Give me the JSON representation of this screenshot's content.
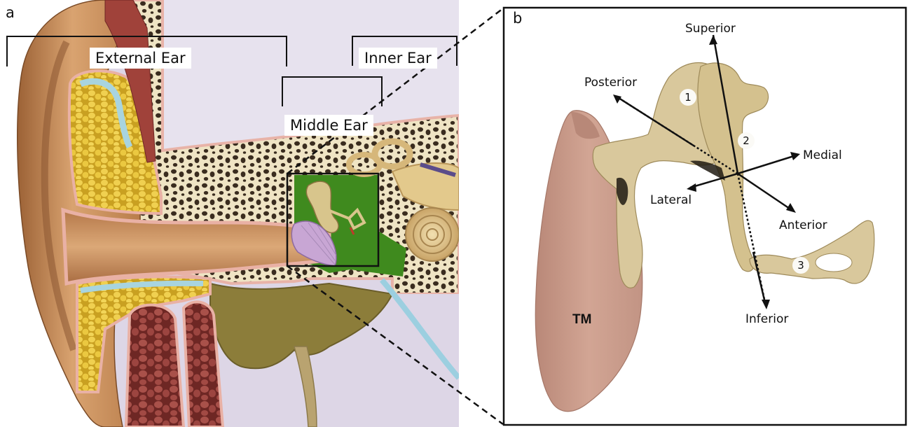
{
  "panel_a": {
    "letter": "a",
    "labels": {
      "external": "External Ear",
      "middle": "Middle Ear",
      "inner": "Inner Ear"
    }
  },
  "panel_b": {
    "letter": "b",
    "axes": {
      "superior": "Superior",
      "inferior": "Inferior",
      "posterior": "Posterior",
      "anterior": "Anterior",
      "medial": "Medial",
      "lateral": "Lateral"
    },
    "numbers": [
      "1",
      "2",
      "3"
    ],
    "tm": "TM"
  },
  "colors": {
    "skin": "#c8905a",
    "bone_fill": "#efe4c4",
    "bone_pores": "#3a2c1f",
    "cavity_green": "#3f8a1e",
    "ossicle": "#d8c79a",
    "tympanic_membrane": "#c79a8e",
    "fat": "#e6c23a",
    "muscle": "#8e3a34"
  }
}
